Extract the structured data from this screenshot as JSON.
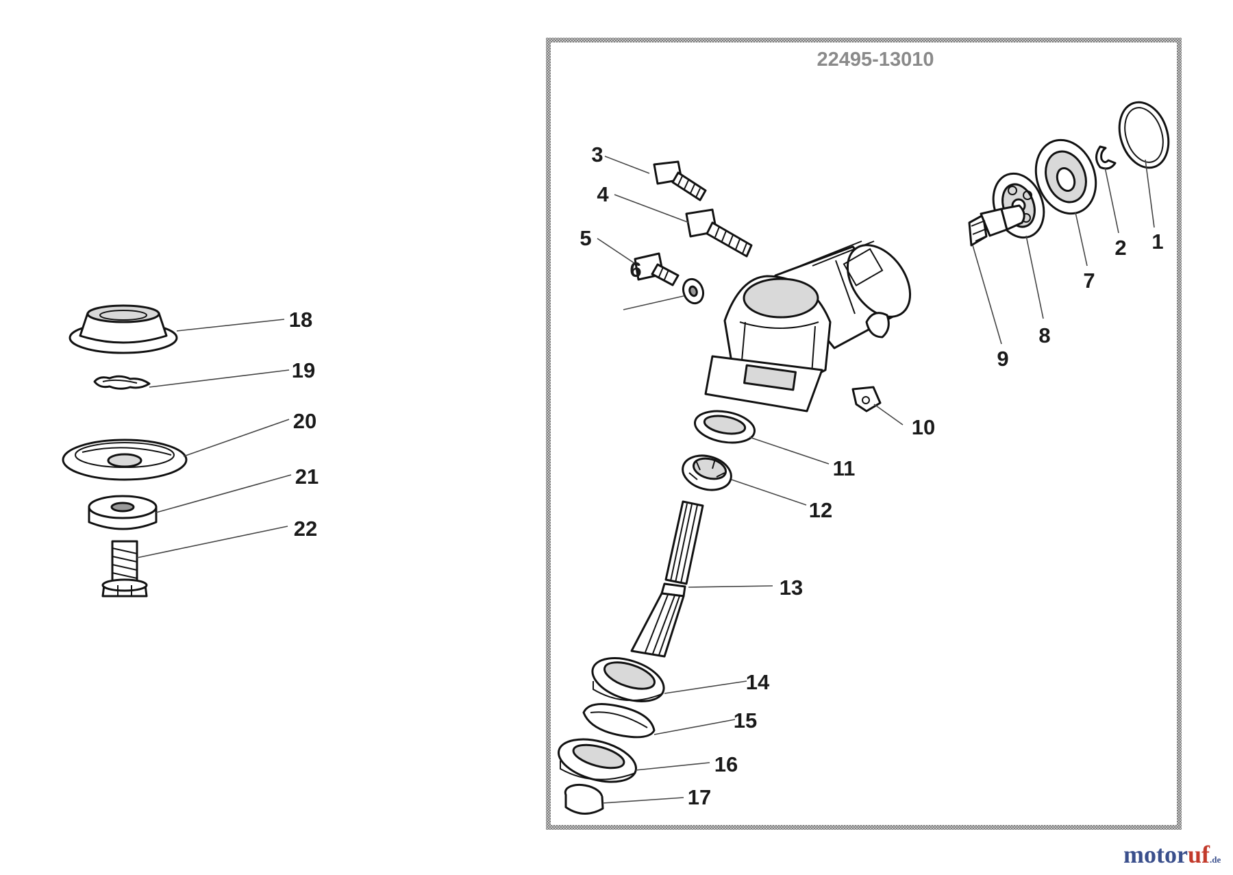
{
  "assembly_number": "22495-13010",
  "watermark": {
    "part1": "motor",
    "part2": "uf",
    "suffix": ".de"
  },
  "callouts": [
    "1",
    "2",
    "3",
    "4",
    "5",
    "6",
    "7",
    "8",
    "9",
    "10",
    "11",
    "12",
    "13",
    "14",
    "15",
    "16",
    "17",
    "18",
    "19",
    "20",
    "21",
    "22"
  ]
}
